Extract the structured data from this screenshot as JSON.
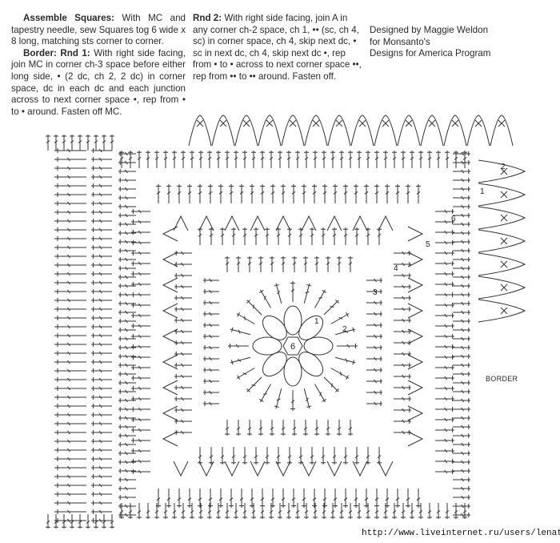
{
  "instructions": {
    "assemble_heading": "Assemble Squares:",
    "assemble_text": "With MC and tapestry needle, sew Squares tog 6 wide x 8 long, matching sts corner to corner.",
    "border_heading": "Border: Rnd 1:",
    "rnd1_text": "With right side facing, join MC in corner ch-3 space before either long side, • (2 dc, ch 2, 2 dc) in corner space, dc in each dc and each junction across to next corner space •, rep from • to • around. Fasten off MC.",
    "rnd2_heading": "Rnd 2:",
    "rnd2_text": "With right side facing, join A in any corner ch-2 space, ch 1, •• (sc, ch 4, sc) in corner space, ch 4, skip next dc, • sc in next dc, ch 4, skip next dc •, rep from • to • across to next corner space ••, rep from •• to •• around. Fasten off."
  },
  "credit": {
    "line1": "Designed by Maggie Weldon",
    "line2": "for Monsanto's",
    "line3": "Designs for America Program"
  },
  "diagram": {
    "round_labels": [
      "1",
      "2",
      "3",
      "4",
      "5",
      "6"
    ],
    "center_label": "6",
    "border_rnd_labels": [
      "1",
      "2"
    ],
    "border_label": "BORDER"
  },
  "watermark": "http://www.liveinternet.ru/users/lenatt/",
  "colors": {
    "ink": "#2a2a2a",
    "paper": "#ffffff"
  }
}
